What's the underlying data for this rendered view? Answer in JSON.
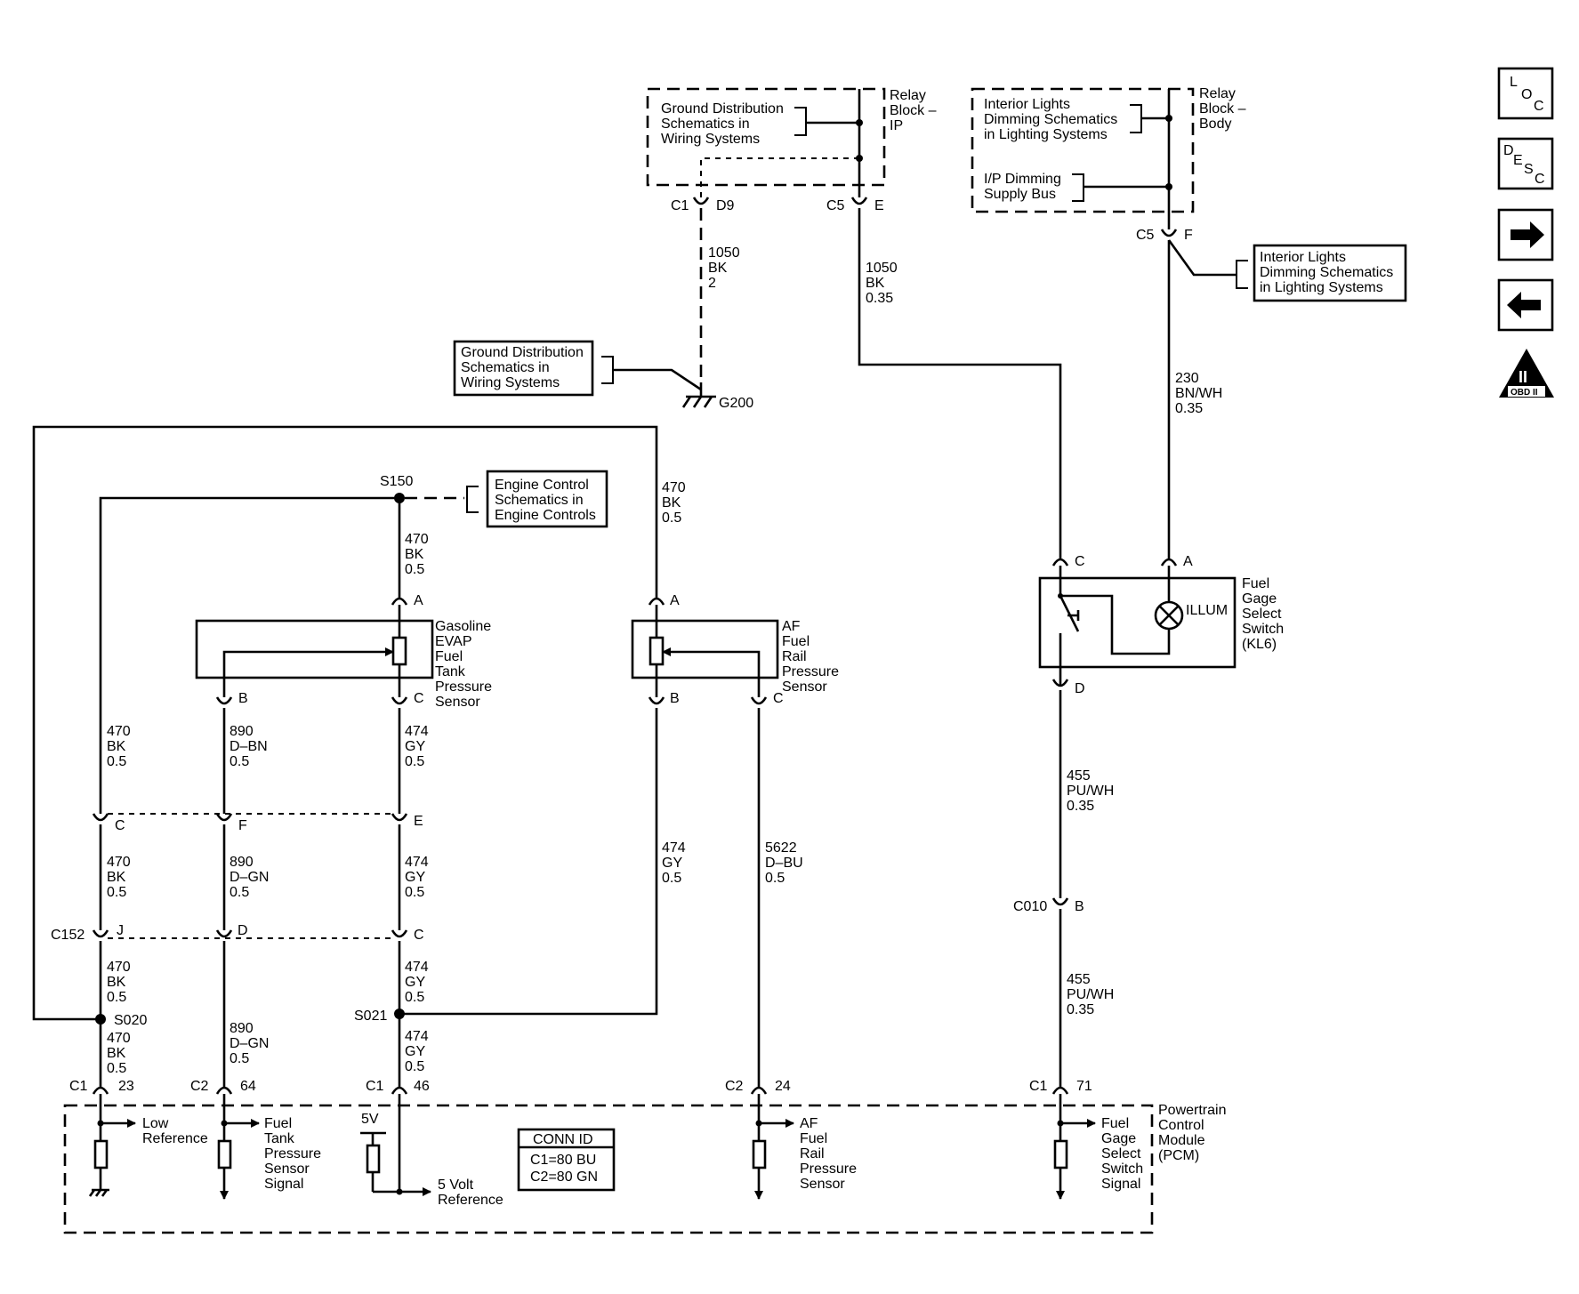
{
  "relay_ip": {
    "title": [
      "Relay",
      "Block –",
      "IP"
    ],
    "ref": [
      "Ground Distribution",
      "Schematics in",
      "Wiring Systems"
    ],
    "c1": "C1",
    "d9": "D9",
    "c5": "C5",
    "e": "E"
  },
  "relay_body": {
    "title": [
      "Relay",
      "Block –",
      "Body"
    ],
    "ref1": [
      "Interior Lights",
      "Dimming Schematics",
      "in Lighting Systems"
    ],
    "ref2": [
      "I/P Dimming",
      "Supply Bus"
    ],
    "c5": "C5",
    "f": "F"
  },
  "ref_interior": [
    "Interior Lights",
    "Dimming Schematics",
    "in Lighting Systems"
  ],
  "ref_ground": [
    "Ground Distribution",
    "Schematics in",
    "Wiring Systems"
  ],
  "ref_engine": [
    "Engine Control",
    "Schematics in",
    "Engine Controls"
  ],
  "ground_label": "G200",
  "wires": {
    "w1050_2": [
      "1050",
      "BK",
      "2"
    ],
    "w1050_035": [
      "1050",
      "BK",
      "0.35"
    ],
    "w230": [
      "230",
      "BN/WH",
      "0.35"
    ],
    "w470_right": [
      "470",
      "BK",
      "0.5"
    ],
    "w470_s150": [
      "470",
      "BK",
      "0.5"
    ],
    "w470_l1": [
      "470",
      "BK",
      "0.5"
    ],
    "w890_dbn": [
      "890",
      "D–BN",
      "0.5"
    ],
    "w474_1": [
      "474",
      "GY",
      "0.5"
    ],
    "w470_l2": [
      "470",
      "BK",
      "0.5"
    ],
    "w890_dgn1": [
      "890",
      "D–GN",
      "0.5"
    ],
    "w474_2": [
      "474",
      "GY",
      "0.5"
    ],
    "w474_right": [
      "474",
      "GY",
      "0.5"
    ],
    "w5622": [
      "5622",
      "D–BU",
      "0.5"
    ],
    "w470_l3": [
      "470",
      "BK",
      "0.5"
    ],
    "w474_3": [
      "474",
      "GY",
      "0.5"
    ],
    "w470_l4": [
      "470",
      "BK",
      "0.5"
    ],
    "w890_dgn2": [
      "890",
      "D–GN",
      "0.5"
    ],
    "w474_4": [
      "474",
      "GY",
      "0.5"
    ],
    "w455_1": [
      "455",
      "PU/WH",
      "0.35"
    ],
    "w455_2": [
      "455",
      "PU/WH",
      "0.35"
    ]
  },
  "splices": {
    "s150": "S150",
    "s020": "S020",
    "s021": "S021"
  },
  "connectors": {
    "c152": "C152",
    "c010": "C010",
    "pin_a": "A",
    "pin_b": "B",
    "pin_c": "C",
    "pin_d": "D",
    "pin_e": "E",
    "pin_f": "F",
    "pin_j": "J"
  },
  "evap_sensor": [
    "Gasoline",
    "EVAP",
    "Fuel",
    "Tank",
    "Pressure",
    "Sensor"
  ],
  "af_sensor": [
    "AF",
    "Fuel",
    "Rail",
    "Pressure",
    "Sensor"
  ],
  "fuel_switch": {
    "name": [
      "Fuel",
      "Gage",
      "Select",
      "Switch",
      "(KL6)"
    ],
    "illum": "ILLUM"
  },
  "pcm": {
    "name": [
      "Powertrain",
      "Control",
      "Module",
      "(PCM)"
    ],
    "pins": [
      {
        "conn": "C1",
        "pin": "23"
      },
      {
        "conn": "C2",
        "pin": "64"
      },
      {
        "conn": "C1",
        "pin": "46"
      },
      {
        "conn": "C2",
        "pin": "24"
      },
      {
        "conn": "C1",
        "pin": "71"
      }
    ],
    "low_ref": [
      "Low",
      "Reference"
    ],
    "fuel_tank_signal": [
      "Fuel",
      "Tank",
      "Pressure",
      "Sensor",
      "Signal"
    ],
    "five_v": "5V",
    "five_v_ref": [
      "5 Volt",
      "Reference"
    ],
    "af_signal": [
      "AF",
      "Fuel",
      "Rail",
      "Pressure",
      "Sensor"
    ],
    "switch_signal": [
      "Fuel",
      "Gage",
      "Select",
      "Switch",
      "Signal"
    ],
    "conn_id": {
      "title": "CONN ID",
      "c1": "C1=80 BU",
      "c2": "C2=80 GN"
    }
  },
  "nav": {
    "loc": [
      "L",
      "O",
      "C"
    ],
    "desc": [
      "D",
      "E",
      "S",
      "C"
    ],
    "obd": "OBD II",
    "obd_numeral": "II"
  }
}
